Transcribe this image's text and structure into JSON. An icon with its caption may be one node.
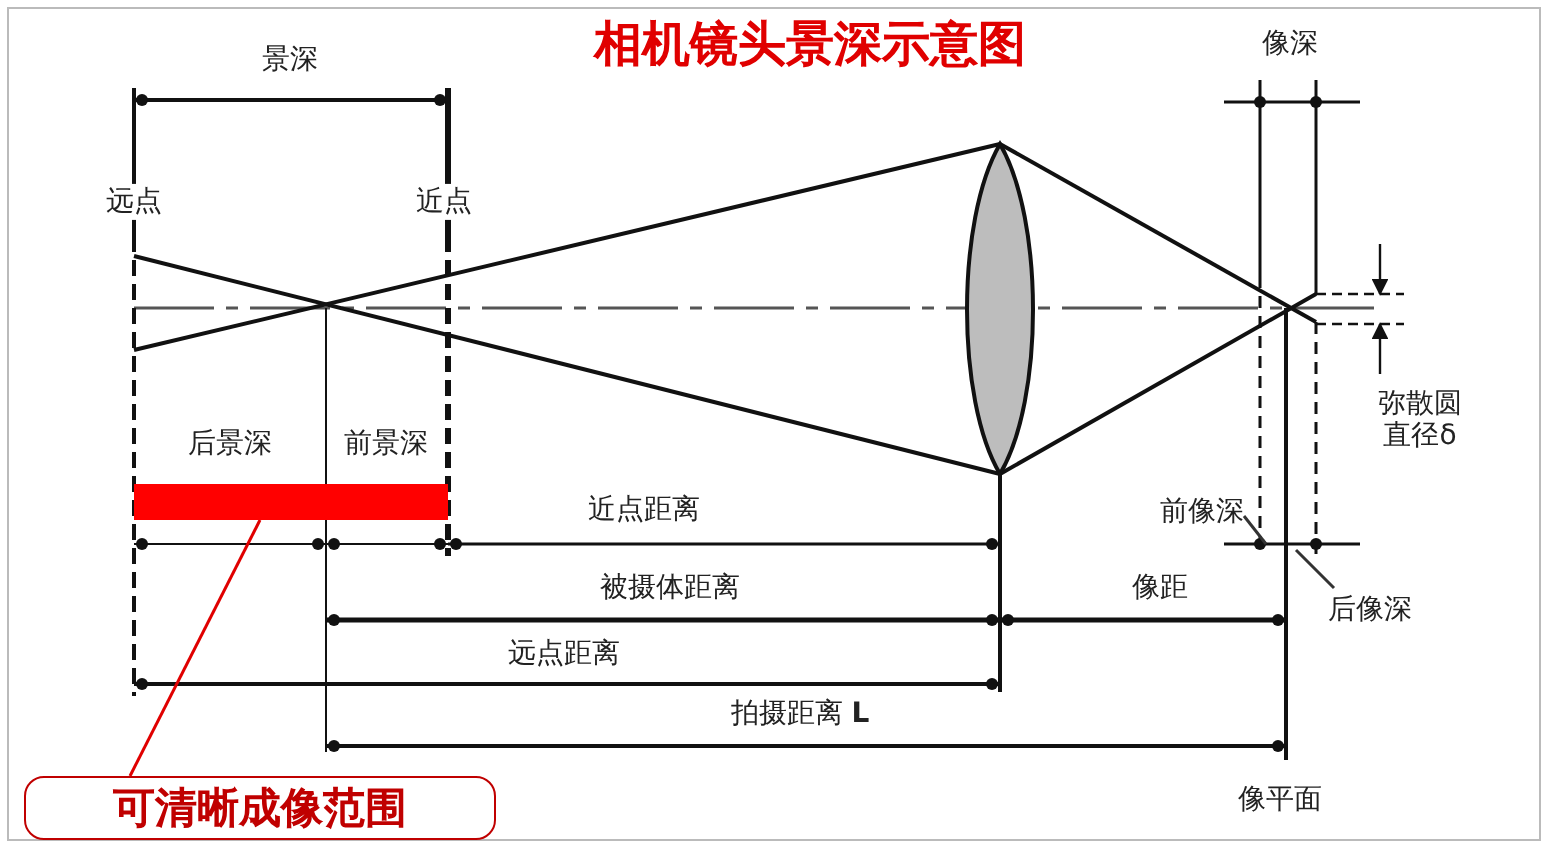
{
  "diagram": {
    "title": "相机镜头景深示意图",
    "nodes": [
      {
        "text": [],
        "shape": "bar"
      },
      {
        "text": [
          "可清晰成像范围"
        ]
      },
      {
        "text": [
          "前像深"
        ]
      },
      {
        "text": [
          "后像深"
        ]
      }
    ],
    "edges": [
      {
        "from": 1,
        "to": 0,
        "arrow": "none",
        "color": "#e00000"
      },
      {
        "from": 2,
        "to": null,
        "arrow": "none"
      },
      {
        "from": 3,
        "to": null,
        "arrow": "none"
      }
    ],
    "labels": [
      "景深",
      "像深",
      "远点",
      "近点",
      "弥散圆直径δ",
      "后景深",
      "前景深",
      "近点距离",
      "被摄体距离",
      "像距",
      "远点距离",
      "拍摄距离 **L**",
      "像平面"
    ]
  }
}
